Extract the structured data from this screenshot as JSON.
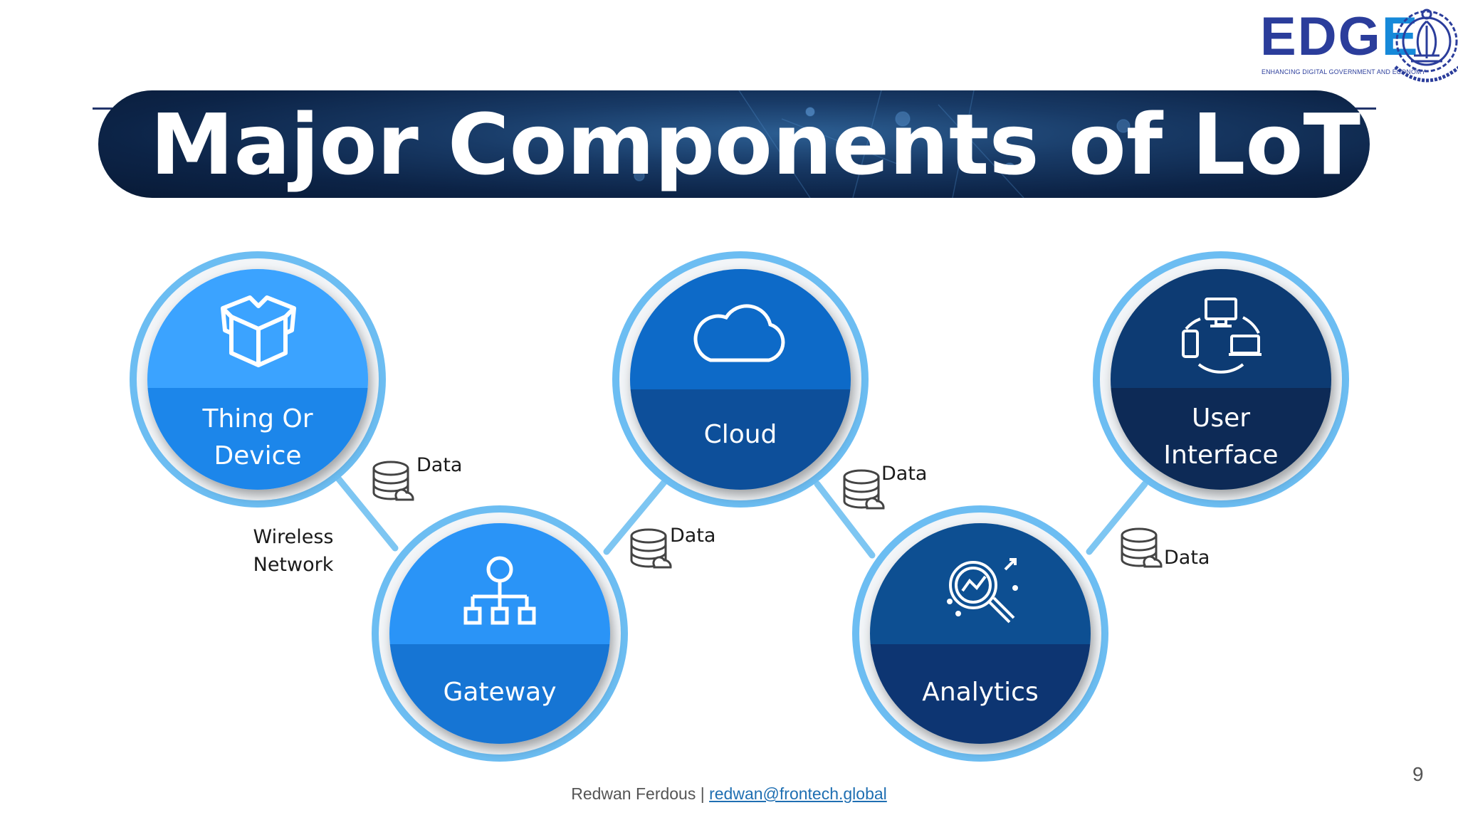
{
  "logo": {
    "word_prefix": "EDG",
    "word_suffix": "E",
    "tagline": "ENHANCING DIGITAL GOVERNMENT AND ECONOMY",
    "colors": {
      "primary": "#2b3d9b",
      "accent": "#1689d9"
    },
    "seal_icon": "university-seal-icon"
  },
  "title": "Major Components of LoT",
  "nodes": [
    {
      "id": "thing",
      "label_lines": [
        "Thing Or",
        "Device"
      ],
      "icon": "open-box-icon",
      "colors": [
        "#3ba3ff",
        "#1e86ea"
      ]
    },
    {
      "id": "gateway",
      "label_lines": [
        "Gateway"
      ],
      "icon": "network-hierarchy-icon",
      "colors": [
        "#2a94f7",
        "#1474d4"
      ]
    },
    {
      "id": "cloud",
      "label_lines": [
        "Cloud"
      ],
      "icon": "cloud-icon",
      "colors": [
        "#0b6ac8",
        "#0a4f9a"
      ]
    },
    {
      "id": "analytics",
      "label_lines": [
        "Analytics"
      ],
      "icon": "magnifier-chart-icon",
      "colors": [
        "#0c4f92",
        "#073672"
      ]
    },
    {
      "id": "ui",
      "label_lines": [
        "User",
        "Interface"
      ],
      "icon": "devices-network-icon",
      "colors": [
        "#0a3a73",
        "#072b57"
      ]
    }
  ],
  "connector_labels": {
    "wireless": [
      "Wireless",
      "Network"
    ],
    "data_1": "Data",
    "data_2": "Data",
    "data_3": "Data",
    "data_4": "Data"
  },
  "colors": {
    "ring": "#6cbdf2",
    "connector": "#7ec6f2",
    "banner_dark": "#0c2346"
  },
  "footer": {
    "author": "Redwan Ferdous | ",
    "email": "redwan@frontech.global"
  },
  "page_number": "9"
}
